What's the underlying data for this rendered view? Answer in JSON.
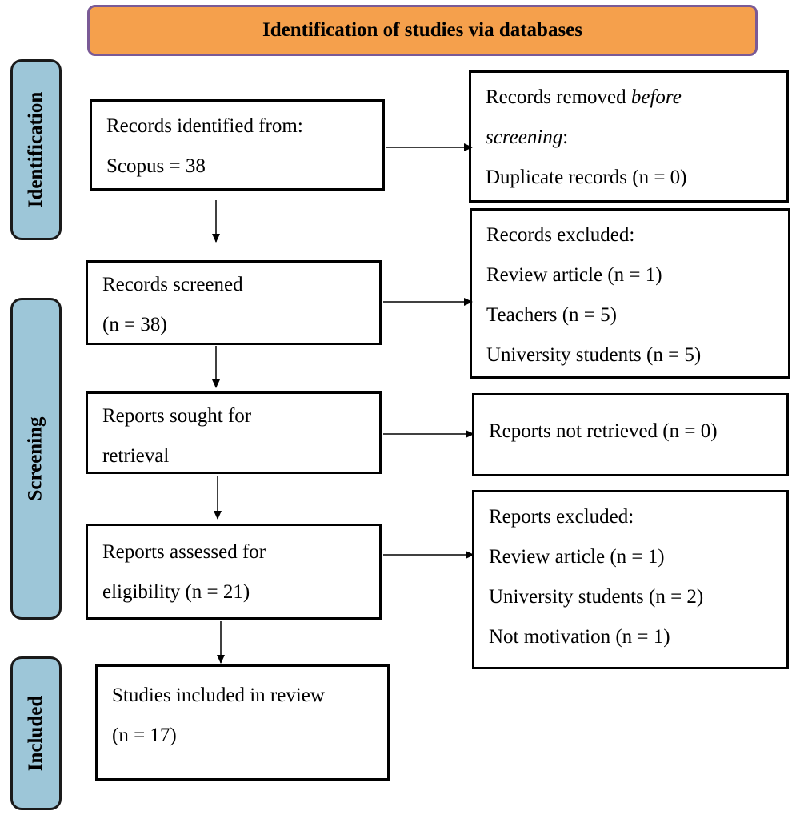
{
  "header": {
    "title": "Identification of studies via databases"
  },
  "phases": {
    "identification": "Identification",
    "screening": "Screening",
    "included": "Included"
  },
  "boxes": {
    "records_identified": {
      "line1": "Records identified from:",
      "line2": "Scopus = 38"
    },
    "records_removed": {
      "line1_prefix": "Records removed ",
      "line1_italic": "before",
      "line2_italic": "screening",
      "line2_suffix": ":",
      "line3": "Duplicate records (n = 0)"
    },
    "records_screened": {
      "line1": "Records screened",
      "line2": "(n = 38)"
    },
    "records_excluded": {
      "line1": "Records excluded:",
      "line2": "Review article (n = 1)",
      "line3": "Teachers (n = 5)",
      "line4": "University students (n = 5)"
    },
    "reports_sought": {
      "line1": "Reports sought for",
      "line2": "retrieval"
    },
    "reports_not_retrieved": {
      "line1": "Reports not retrieved (n = 0)"
    },
    "reports_assessed": {
      "line1": "Reports assessed for",
      "line2": "eligibility (n = 21)"
    },
    "reports_excluded": {
      "line1": "Reports excluded:",
      "line2": "Review article (n = 1)",
      "line3": "University students (n = 2)",
      "line4": "Not motivation (n = 1)"
    },
    "studies_included": {
      "line1": "Studies included in review",
      "line2": "(n = 17)"
    }
  },
  "colors": {
    "header_fill": "#f5a04c",
    "header_border": "#7a5a96",
    "phase_fill": "#9dc6d8"
  }
}
